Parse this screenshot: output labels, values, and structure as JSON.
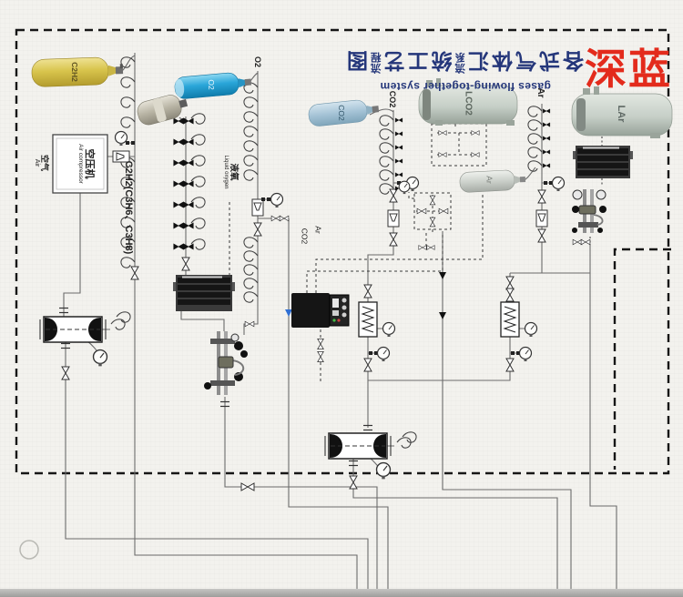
{
  "title": {
    "cn_cols": [
      "各",
      "式",
      "气",
      "体",
      "汇",
      "流|系",
      "统",
      "工",
      "艺",
      "流|程",
      "图"
    ],
    "cn_full": "各式气体汇流系统工艺流程图",
    "en": "gases flowing-together system"
  },
  "watermark": "深蓝",
  "labels": {
    "c2h2_cylinder": "C2H2",
    "c2h2_manifold": "C2H2(C3H6、C3H8)",
    "air_compressor_cn": "空压机",
    "air_compressor_en": "Air compressor",
    "air_cn": "空气",
    "air_en": "Air",
    "o2_cylinder": "O2",
    "o2_manifold": "O2",
    "liquid_oxygen_cn": "液氧",
    "liquid_oxygen_en": "Liquid oxygen",
    "co2_cylinder": "CO2",
    "co2_manifold": "CO2",
    "lco2_tank": "LCO2",
    "ar_cylinder": "Ar",
    "ar_manifold": "Ar",
    "lar_tank": "LAr",
    "mixer_ar": "Ar",
    "mixer_co2": "CO2"
  },
  "colors": {
    "watermark": "#e32b1c",
    "title": "#24367a",
    "o2_cylinder": "#2aa6d9",
    "c2h2_cylinder": "#d8c44c",
    "co2_cylinder": "#a5c3d6",
    "diagram_line": "#6b6b6b"
  }
}
